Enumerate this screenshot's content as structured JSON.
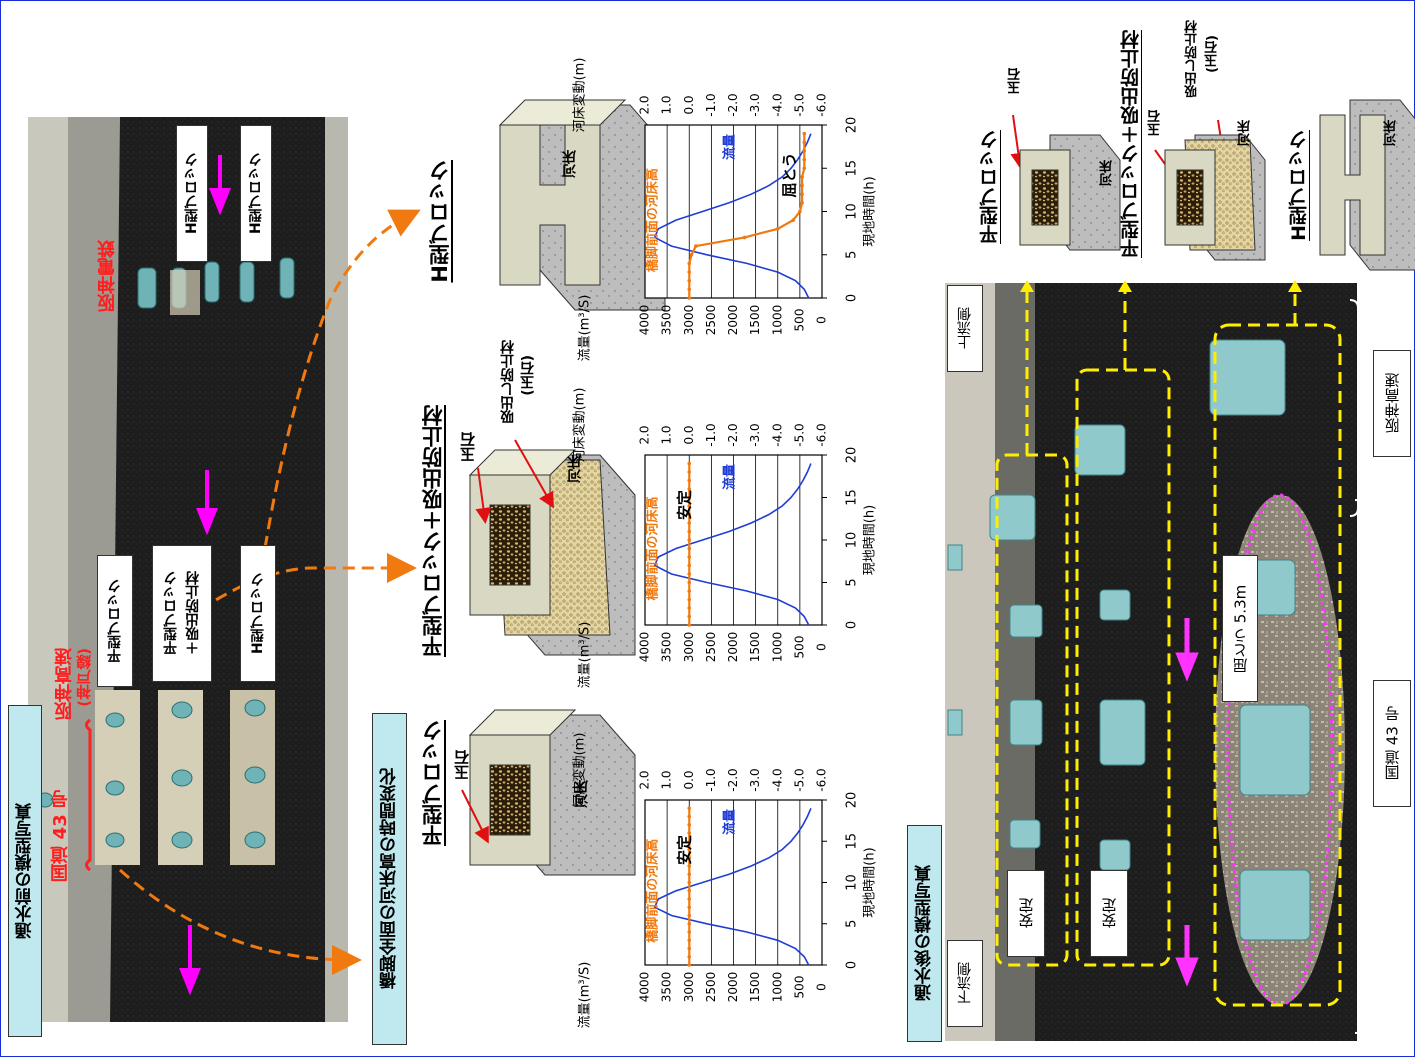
{
  "panels": {
    "before_title": "通水前の模型写真",
    "change_title": "橋脚全面の河床高の時間変化",
    "after_title": "通水後の模型写真"
  },
  "photo_before": {
    "route43": "国道 43 号",
    "hanshin_expressway": "阪神高速",
    "kobe_line": "(神戸線)",
    "hanshin_railway": "阪神電鉄",
    "flat_block": "平型ブロック",
    "flat_block_stop": "平型ブロック\n＋吸出防止材",
    "h_block": "H型ブロック",
    "h_block_top1": "H型ブロック",
    "h_block_top2": "H型ブロック"
  },
  "diagrams": {
    "flat_title": "平型ブロック",
    "flat_stop_title": "平型ブロック＋吸出防止材",
    "h_title": "H型ブロック",
    "stone": "玉石",
    "stop_material": "吸出し防止材",
    "stop_material_sub": "(玉石)",
    "riverbed": "河床"
  },
  "chart_common": {
    "ylabel_left": "流量(m³/S)",
    "ylabel_right": "河床変動(m)",
    "xlabel": "現地時間(h)",
    "bed_label": "橋脚前面の河床高",
    "flow_label": "流量"
  },
  "chart_data": [
    {
      "type": "line",
      "title": "平型ブロック",
      "xlabel": "現地時間(h)",
      "ylabel": "流量(m³/S)",
      "ylabel_right": "河床変動(m)",
      "xlim": [
        0,
        20
      ],
      "ylim": [
        0,
        4000
      ],
      "ylim_right": [
        -6.0,
        2.0
      ],
      "annotation": "安定",
      "series": [
        {
          "name": "流量",
          "axis": "left",
          "color": "#1f3dd6",
          "x": [
            0,
            1,
            2,
            3,
            4,
            5,
            6,
            7,
            8,
            9,
            10,
            11,
            12,
            13,
            14,
            15,
            16,
            17,
            18,
            19
          ],
          "y": [
            300,
            400,
            600,
            1000,
            1700,
            2600,
            3400,
            3780,
            3700,
            3300,
            2700,
            2100,
            1600,
            1200,
            900,
            700,
            550,
            430,
            330,
            250
          ]
        },
        {
          "name": "橋脚前面の河床高",
          "axis": "right",
          "color": "#f07a10",
          "x": [
            0,
            1,
            2,
            3,
            4,
            5,
            6,
            7,
            8,
            9,
            10,
            11,
            12,
            13,
            14,
            15,
            16,
            17,
            18,
            19
          ],
          "y": [
            0,
            0,
            0,
            0,
            0,
            0,
            0,
            0,
            0,
            0,
            0,
            0,
            0,
            0,
            0,
            0,
            0,
            0,
            0,
            0
          ]
        }
      ]
    },
    {
      "type": "line",
      "title": "平型ブロック＋吸出防止材",
      "xlabel": "現地時間(h)",
      "ylabel": "流量(m³/S)",
      "ylabel_right": "河床変動(m)",
      "xlim": [
        0,
        20
      ],
      "ylim": [
        0,
        4000
      ],
      "ylim_right": [
        -6.0,
        2.0
      ],
      "annotation": "安定",
      "series": [
        {
          "name": "流量",
          "axis": "left",
          "color": "#1f3dd6",
          "x": [
            0,
            1,
            2,
            3,
            4,
            5,
            6,
            7,
            8,
            9,
            10,
            11,
            12,
            13,
            14,
            15,
            16,
            17,
            18,
            19
          ],
          "y": [
            300,
            400,
            600,
            1000,
            1700,
            2600,
            3400,
            3780,
            3700,
            3300,
            2700,
            2100,
            1600,
            1200,
            900,
            700,
            550,
            430,
            330,
            250
          ]
        },
        {
          "name": "橋脚前面の河床高",
          "axis": "right",
          "color": "#f07a10",
          "x": [
            0,
            1,
            2,
            3,
            4,
            5,
            6,
            7,
            8,
            9,
            10,
            11,
            12,
            13,
            14,
            15,
            16,
            17,
            18,
            19
          ],
          "y": [
            0,
            0,
            0,
            0,
            0,
            0,
            0,
            0,
            0,
            0,
            0,
            0,
            0,
            0,
            0,
            0,
            0,
            0,
            0,
            0
          ]
        }
      ]
    },
    {
      "type": "line",
      "title": "H型ブロック",
      "xlabel": "現地時間(h)",
      "ylabel": "流量(m³/S)",
      "ylabel_right": "河床変動(m)",
      "xlim": [
        0,
        20
      ],
      "ylim": [
        0,
        4000
      ],
      "ylim_right": [
        -6.0,
        2.0
      ],
      "annotation": "屈とう",
      "series": [
        {
          "name": "流量",
          "axis": "left",
          "color": "#1f3dd6",
          "x": [
            0,
            1,
            2,
            3,
            4,
            5,
            6,
            7,
            8,
            9,
            10,
            11,
            12,
            13,
            14,
            15,
            16,
            17,
            18,
            19
          ],
          "y": [
            300,
            400,
            600,
            1000,
            1700,
            2600,
            3400,
            3780,
            3700,
            3300,
            2700,
            2100,
            1600,
            1200,
            900,
            700,
            550,
            430,
            330,
            250
          ]
        },
        {
          "name": "橋脚前面の河床高",
          "axis": "right",
          "color": "#f07a10",
          "x": [
            0,
            1,
            2,
            3,
            4,
            5,
            6,
            7,
            8,
            9,
            10,
            11,
            12,
            13,
            14,
            15,
            16,
            17,
            18,
            19
          ],
          "y": [
            0,
            0,
            0,
            0,
            0,
            -0.1,
            -0.3,
            -2.5,
            -4.0,
            -4.7,
            -5.0,
            -5.1,
            -5.1,
            -5.1,
            -5.1,
            -5.2,
            -5.2,
            -5.2,
            -5.2,
            -5.2
          ]
        }
      ]
    }
  ],
  "axis_ticks": {
    "left": [
      "0",
      "500",
      "1000",
      "1500",
      "2000",
      "2500",
      "3000",
      "3500",
      "4000"
    ],
    "right": [
      "-6.0",
      "-5.0",
      "-4.0",
      "-3.0",
      "-2.0",
      "-1.0",
      "0.0",
      "1.0",
      "2.0"
    ],
    "x": [
      "0",
      "5",
      "10",
      "15",
      "20"
    ]
  },
  "photo_after": {
    "upstream": "上流側",
    "downstream": "下流側",
    "stable1": "安定",
    "stable2": "安定",
    "deform": "屈とう 5.3m",
    "route43": "国道 43 号",
    "hanshin": "阪神高速"
  },
  "right_diagrams": {
    "flat_title": "平型ブロック",
    "flat_stop_title": "平型ブロック＋吸出防止材",
    "h_title": "H型ブロック",
    "stone": "玉石",
    "stop_material": "吸出し防止材",
    "stop_material_sub": "(玉石)",
    "riverbed": "河床"
  },
  "colors": {
    "accent_label_bg": "#bfe9ee",
    "flow_line": "#1f3dd6",
    "bed_line": "#f07a10",
    "arrow_magenta": "#ff00ff",
    "arrow_orange": "#f07a10",
    "dashed_yellow": "#ffee00"
  }
}
